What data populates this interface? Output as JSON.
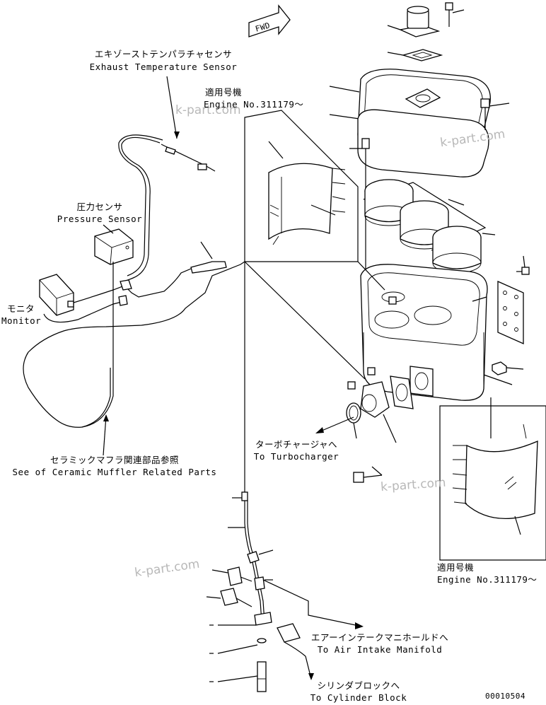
{
  "labels": {
    "fwd": "FWD",
    "exhaust_sensor_jp": "エキゾーストテンパラチャセンサ",
    "exhaust_sensor_en": "Exhaust Temperature Sensor",
    "applicable_jp_1": "適用号機",
    "applicable_en_1": "Engine No.311179～",
    "pressure_sensor_jp": "圧力センサ",
    "pressure_sensor_en": "Pressure Sensor",
    "monitor_jp": "モニタ",
    "monitor_en": "Monitor",
    "ceramic_muffler_jp": "セラミックマフラ関連部品参照",
    "ceramic_muffler_en": "See of Ceramic Muffler Related Parts",
    "turbocharger_jp": "ターボチャージャへ",
    "turbocharger_en": "To Turbocharger",
    "applicable_jp_2": "適用号機",
    "applicable_en_2": "Engine No.311179～",
    "air_intake_jp": "エアーインテークマニホールドへ",
    "air_intake_en": "To Air Intake Manifold",
    "cylinder_block_jp": "シリンダブロックへ",
    "cylinder_block_en": "To Cylinder Block",
    "drawing_number": "00010504"
  },
  "watermarks": [
    "k-part.com",
    "k-part.com",
    "k-part.com",
    "k-part.com"
  ]
}
